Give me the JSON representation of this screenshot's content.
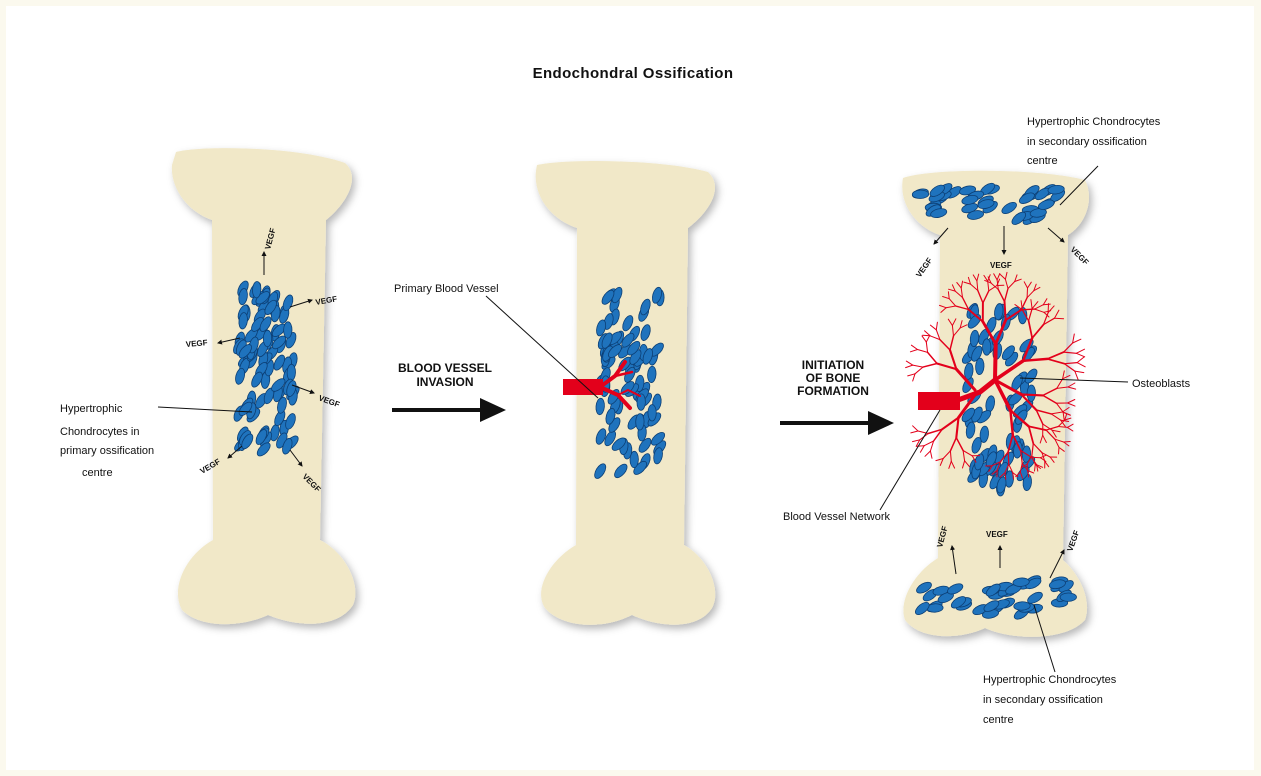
{
  "title": "Endochondral Ossification",
  "vegf": "VEGF",
  "stage1": {
    "label_lines": [
      "Hypertrophic",
      "Chondrocytes in",
      "primary ossification",
      "centre"
    ]
  },
  "transition1": {
    "label_lines": [
      "BLOOD VESSEL",
      "INVASION"
    ]
  },
  "stage2": {
    "vessel_label": "Primary Blood Vessel"
  },
  "transition2": {
    "label_lines": [
      "INITIATION",
      "OF BONE",
      "FORMATION"
    ]
  },
  "stage3": {
    "top_label_lines": [
      "Hypertrophic Chondrocytes",
      "in secondary ossification",
      "centre"
    ],
    "osteoblasts_label": "Osteoblasts",
    "network_label": "Blood Vessel Network",
    "bottom_label_lines": [
      "Hypertrophic Chondrocytes",
      "in secondary ossification",
      "centre"
    ]
  },
  "colors": {
    "bone": "#f1e8c8",
    "cell": "#1f73bd",
    "cell_edge": "#0c3f75",
    "vessel": "#e3001b"
  }
}
